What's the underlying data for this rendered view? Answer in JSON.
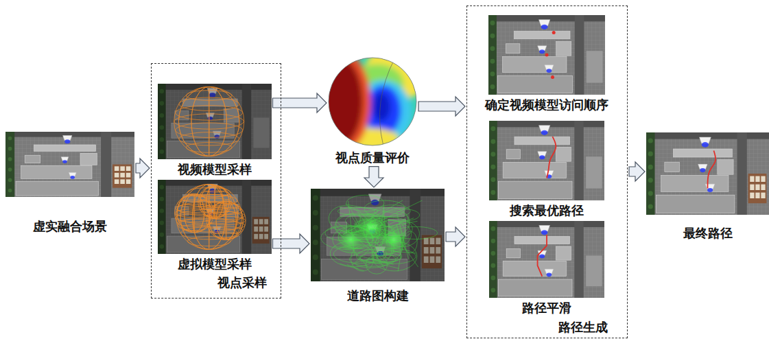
{
  "diagram": {
    "nodes": [
      {
        "text": [
          "虚实融合场景"
        ]
      },
      {
        "text": [
          "视点采样"
        ]
      },
      {
        "text": [
          "视频模型采样"
        ],
        "in": 1
      },
      {
        "text": [
          "虚拟模型采样"
        ],
        "in": 1
      },
      {
        "text": [
          "视点质量评价"
        ]
      },
      {
        "text": [
          "道路图构建"
        ]
      },
      {
        "text": [
          "路径生成"
        ]
      },
      {
        "text": [
          "确定视频模型访问顺序"
        ],
        "in": 6
      },
      {
        "text": [
          "搜索最优路径"
        ],
        "in": 6
      },
      {
        "text": [
          "路径平滑"
        ],
        "in": 6
      },
      {
        "text": [
          "最终路径"
        ]
      }
    ],
    "edges": [
      {
        "from": 0,
        "to": 1,
        "arrow": "to"
      },
      {
        "from": 2,
        "to": 4,
        "arrow": "to"
      },
      {
        "from": 3,
        "to": 5,
        "arrow": "to"
      },
      {
        "from": 4,
        "to": 5,
        "arrow": "to"
      },
      {
        "from": 4,
        "to": 6,
        "arrow": "to"
      },
      {
        "from": 5,
        "to": 6,
        "arrow": "to"
      },
      {
        "from": 6,
        "to": 10,
        "arrow": "to"
      }
    ]
  }
}
